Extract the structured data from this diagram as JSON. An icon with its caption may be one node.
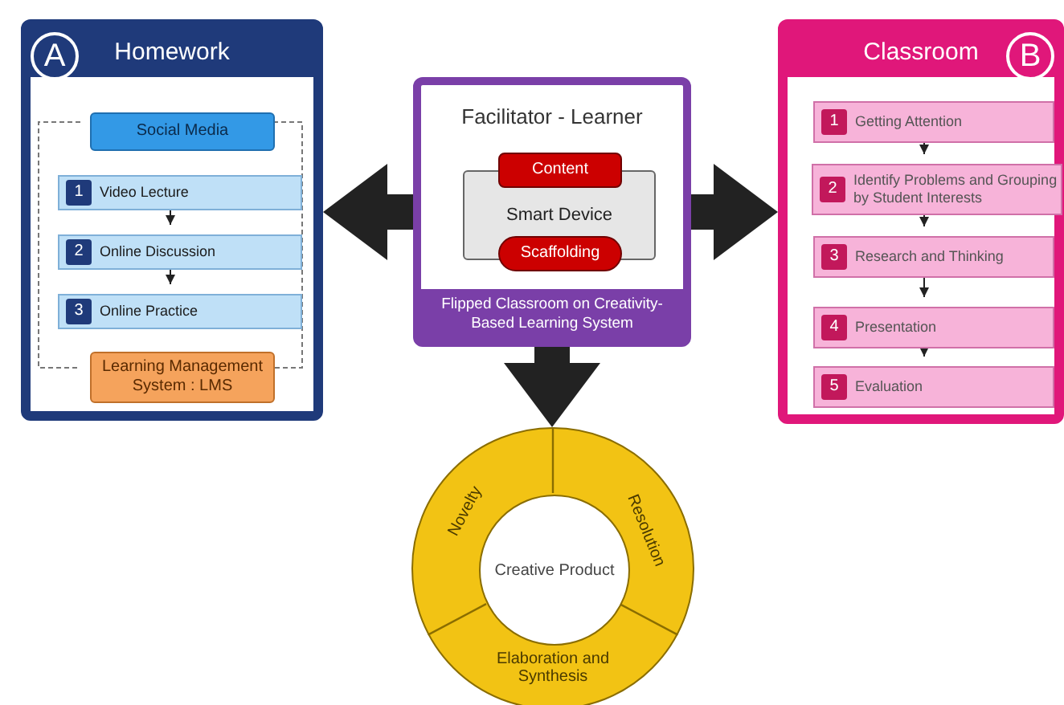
{
  "diagram": {
    "nodes": [
      {
        "text": [
          "A",
          "Homework"
        ]
      },
      {
        "text": [
          "Social Media"
        ],
        "in": 0
      },
      {
        "text": [
          "1",
          "Video Lecture"
        ],
        "in": 0
      },
      {
        "text": [
          "2",
          "Online Discussion"
        ],
        "in": 0
      },
      {
        "text": [
          "3",
          "Online Practice"
        ],
        "in": 0
      },
      {
        "text": [
          "Learning Management System : LMS"
        ],
        "in": 0
      },
      {
        "text": [
          "Facilitator - Learner",
          "Flipped Classroom on Creativity-Based Learning System"
        ]
      },
      {
        "text": [
          "Content"
        ],
        "in": 6
      },
      {
        "text": [
          "Smart Device"
        ],
        "in": 6
      },
      {
        "text": [
          "Scaffolding"
        ],
        "in": 6
      },
      {
        "text": [
          "Classroom",
          "B"
        ]
      },
      {
        "text": [
          "1",
          "Getting Attention"
        ],
        "in": 10
      },
      {
        "text": [
          "2",
          "Identify Problems and Grouping by Student Interests"
        ],
        "in": 10
      },
      {
        "text": [
          "3",
          "Research and Thinking"
        ],
        "in": 10
      },
      {
        "text": [
          "4",
          "Presentation"
        ],
        "in": 10
      },
      {
        "text": [
          "5",
          "Evaluation"
        ],
        "in": 10
      },
      {
        "text": [
          "Novelty",
          "Resolution",
          "Elaboration and Synthesis"
        ]
      },
      {
        "text": [
          "Creative Product"
        ],
        "in": 16
      }
    ],
    "edges": [
      {
        "from": 6,
        "to": 0,
        "arrow": "to",
        "style": "thick"
      },
      {
        "from": 6,
        "to": 10,
        "arrow": "to",
        "style": "thick"
      },
      {
        "from": 6,
        "to": 16,
        "arrow": "to",
        "style": "thick"
      },
      {
        "from": 1,
        "to": 5,
        "arrow": "none",
        "style": "dashed",
        "color": "#777777"
      },
      {
        "from": 1,
        "to": 5,
        "arrow": "none",
        "style": "dashed",
        "color": "#777777"
      },
      {
        "from": 2,
        "to": 3,
        "arrow": "to"
      },
      {
        "from": 3,
        "to": 4,
        "arrow": "to"
      },
      {
        "from": 11,
        "to": 12,
        "arrow": "to"
      },
      {
        "from": 12,
        "to": 13,
        "arrow": "to"
      },
      {
        "from": 13,
        "to": 14,
        "arrow": "to"
      },
      {
        "from": 14,
        "to": 15,
        "arrow": "to"
      }
    ]
  }
}
